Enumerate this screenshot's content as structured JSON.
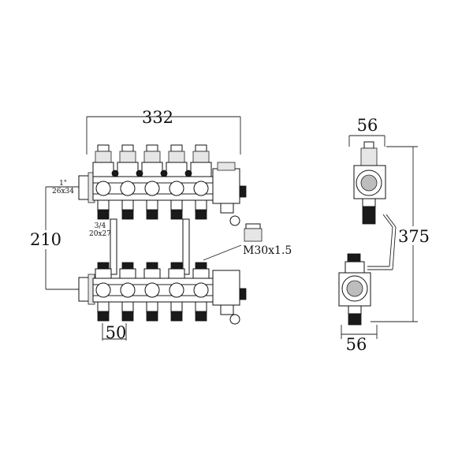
{
  "front_view": {
    "dim_width": "332",
    "dim_height": "210",
    "dim_spacing": "50",
    "label_inlet_size": "1\"",
    "label_inlet_thread": "26x34",
    "label_outlet_size": "3/4",
    "label_outlet_thread": "20x27",
    "label_gauge_thread": "M30x1.5"
  },
  "side_view": {
    "dim_top_width": "56",
    "dim_bottom_width": "56",
    "dim_height": "375"
  }
}
